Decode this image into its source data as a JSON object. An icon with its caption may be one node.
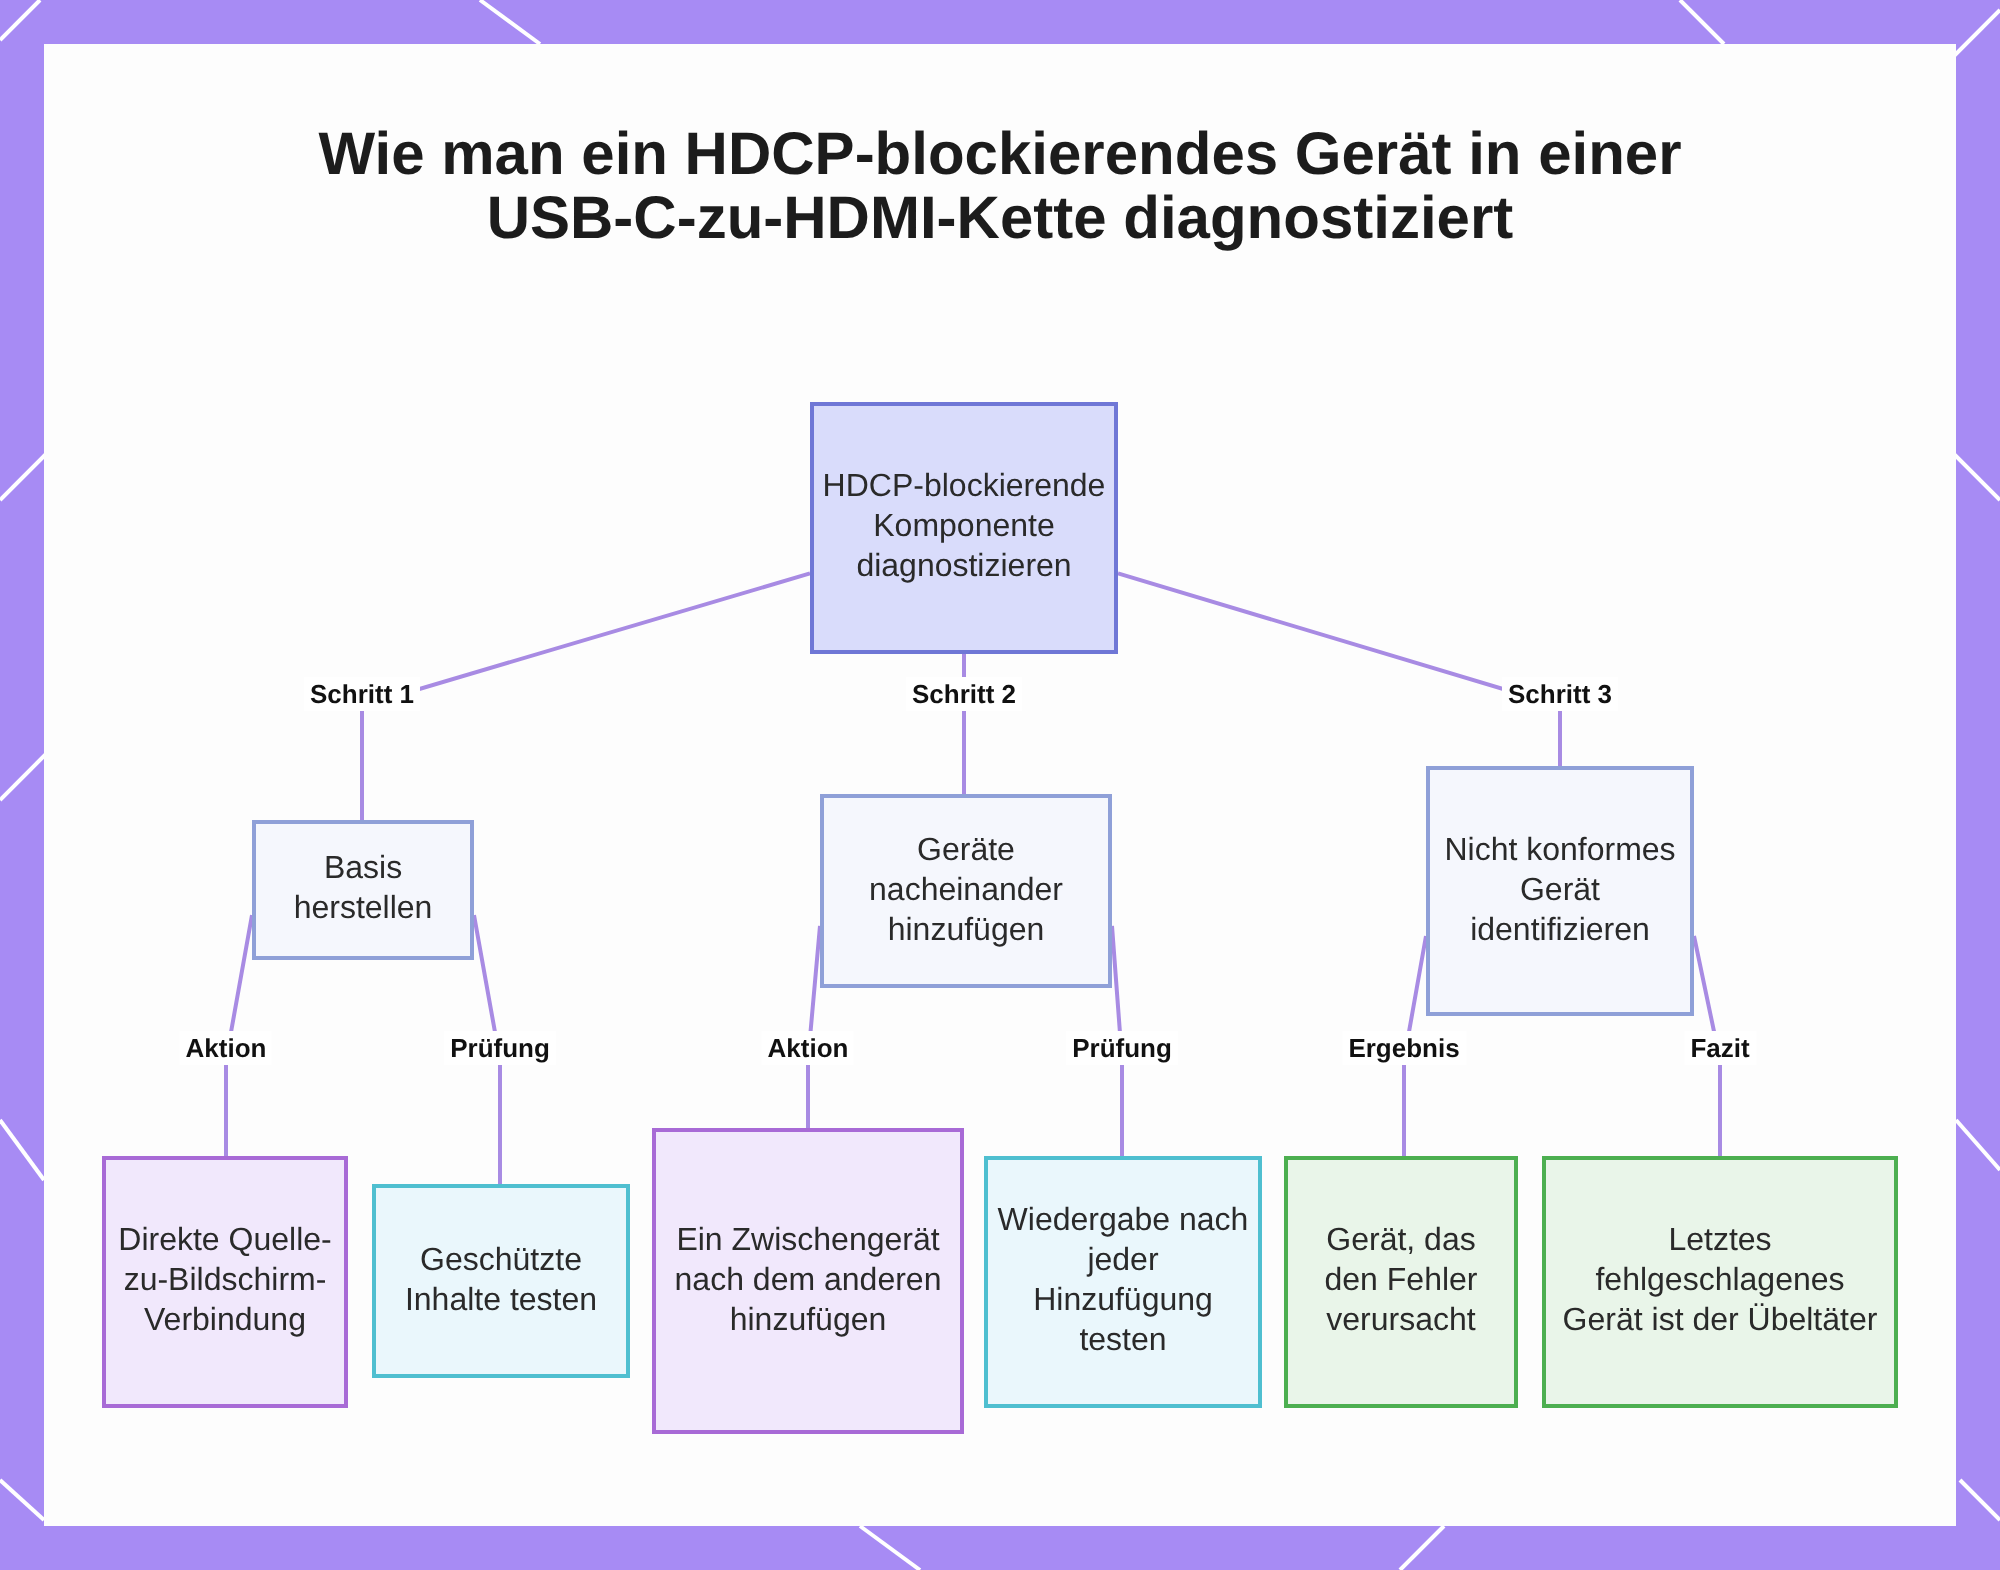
{
  "diagram": {
    "title": "Wie man ein HDCP-blockierendes Gerät in einer USB-C-zu-HDMI-Kette diagnostiziert",
    "nodes": [
      {
        "text": [
          "HDCP-blockierende Komponente diagnostizieren"
        ]
      },
      {
        "text": [
          "Basis herstellen"
        ]
      },
      {
        "text": [
          "Geräte nacheinander hinzufügen"
        ]
      },
      {
        "text": [
          "Nicht konformes Gerät identifizieren"
        ]
      },
      {
        "text": [
          "Direkte Quelle-zu-Bildschirm-Verbindung"
        ]
      },
      {
        "text": [
          "Geschützte Inhalte testen"
        ]
      },
      {
        "text": [
          "Ein Zwischengerät nach dem anderen hinzufügen"
        ]
      },
      {
        "text": [
          "Wiedergabe nach jeder Hinzufügung testen"
        ]
      },
      {
        "text": [
          "Gerät, das den Fehler verursacht"
        ]
      },
      {
        "text": [
          "Letztes fehlgeschlagenes Gerät ist der Übeltäter"
        ]
      }
    ],
    "edges": [
      {
        "from": 0,
        "to": 1,
        "arrow": "none",
        "label": "Schritt 1"
      },
      {
        "from": 0,
        "to": 2,
        "arrow": "none",
        "label": "Schritt 2"
      },
      {
        "from": 0,
        "to": 3,
        "arrow": "none",
        "label": "Schritt 3"
      },
      {
        "from": 1,
        "to": 4,
        "arrow": "none",
        "label": "Aktion"
      },
      {
        "from": 1,
        "to": 5,
        "arrow": "none",
        "label": "Prüfung"
      },
      {
        "from": 2,
        "to": 6,
        "arrow": "none",
        "label": "Aktion"
      },
      {
        "from": 2,
        "to": 7,
        "arrow": "none",
        "label": "Prüfung"
      },
      {
        "from": 3,
        "to": 8,
        "arrow": "none",
        "label": "Ergebnis"
      },
      {
        "from": 3,
        "to": 9,
        "arrow": "none",
        "label": "Fazit"
      }
    ]
  }
}
